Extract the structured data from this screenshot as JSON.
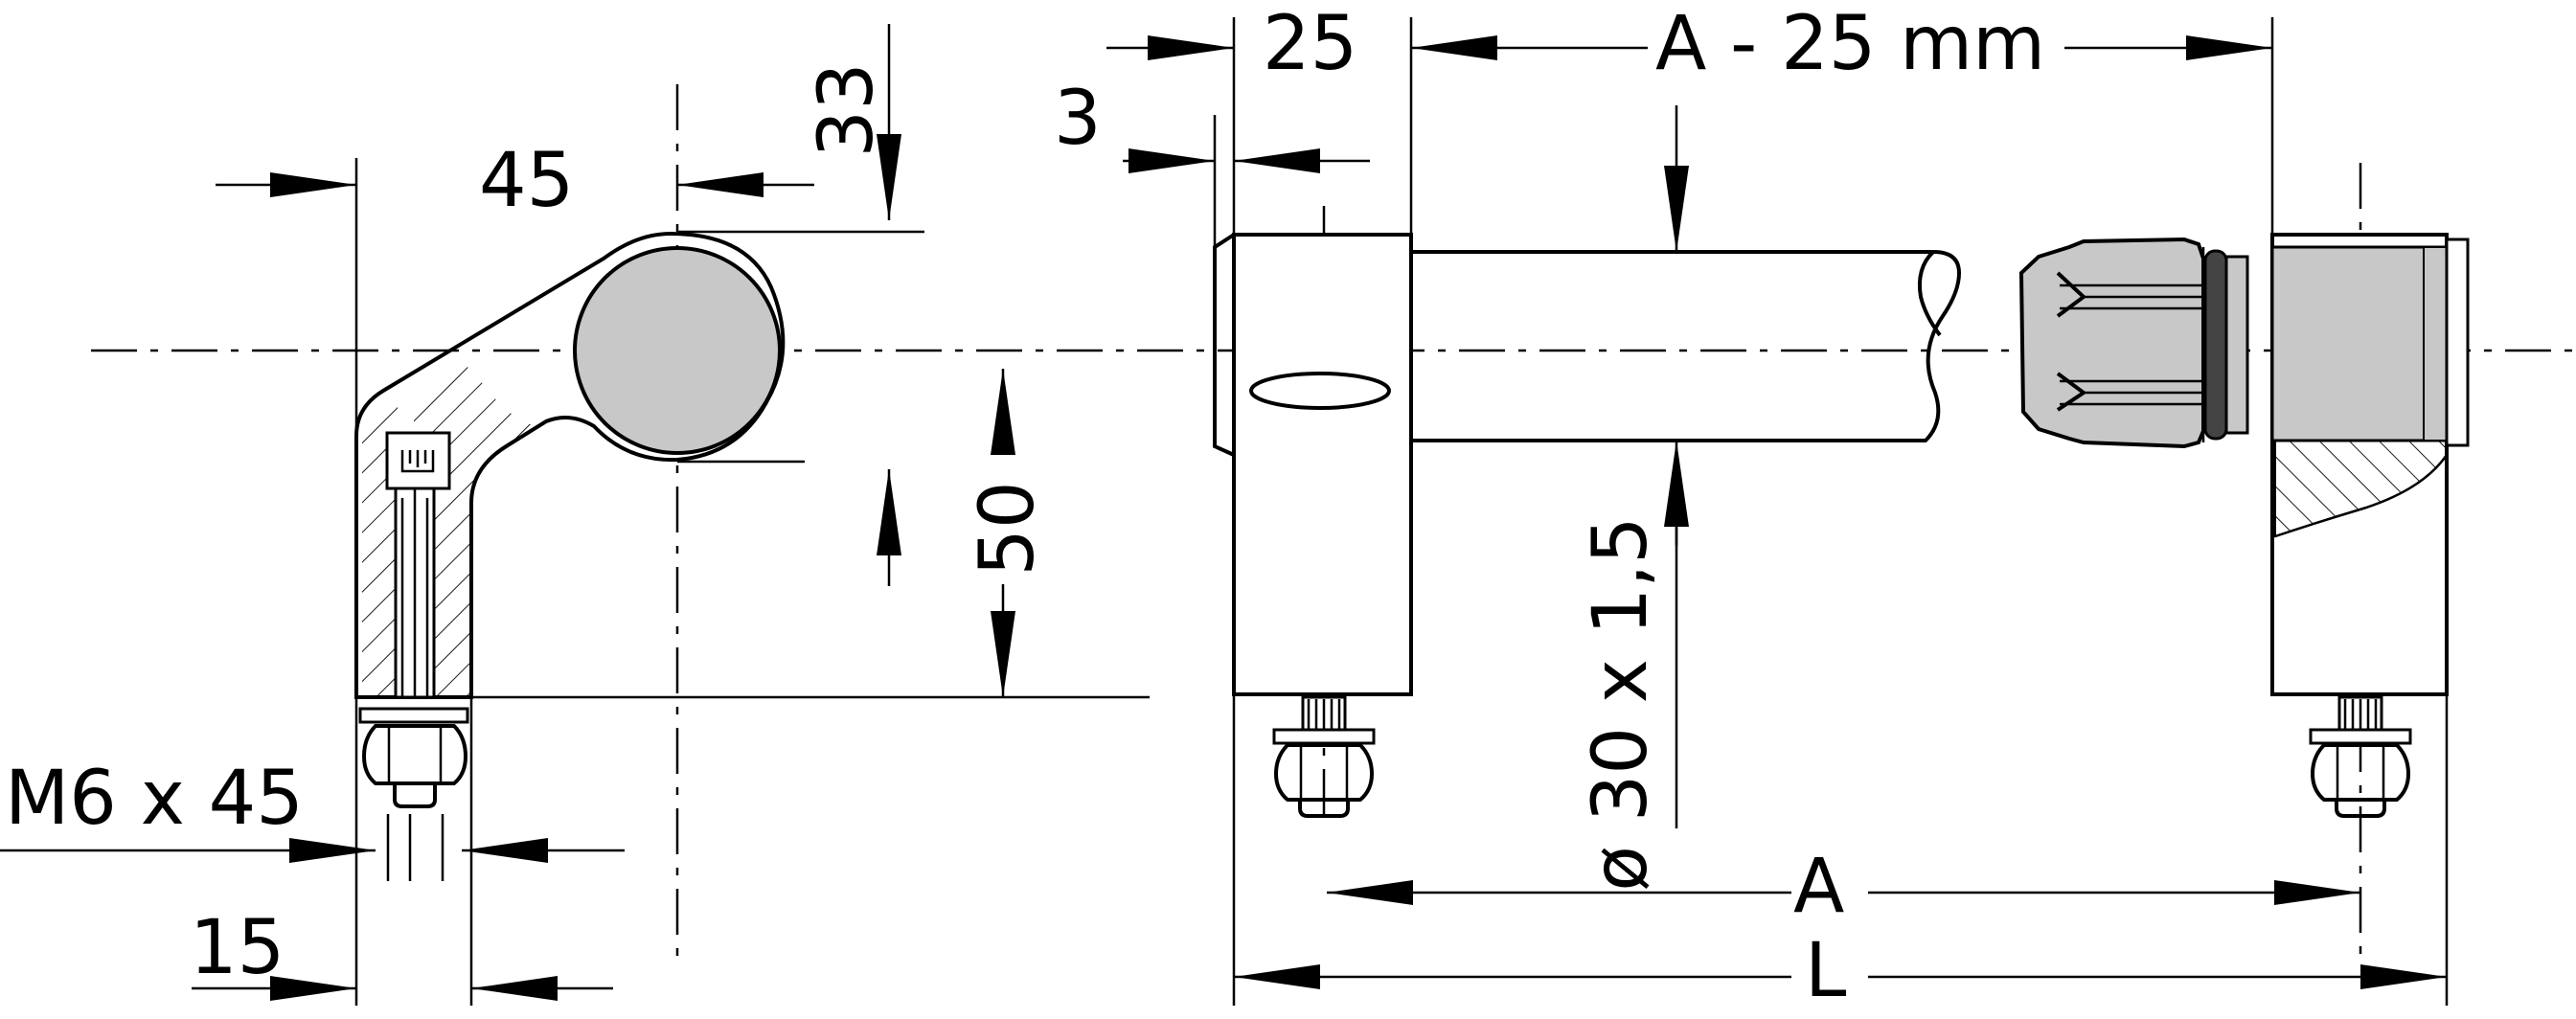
{
  "drawing": {
    "labels": {
      "dim_33": "33",
      "dim_45": "45",
      "dim_3": "3",
      "dim_25": "25",
      "dim_a_minus_25": "A - 25 mm",
      "dim_50": "50",
      "dim_tube": "ø 30 x 1,5",
      "dim_m6": "M6 x 45",
      "dim_15": "15",
      "dim_a": "A",
      "dim_l": "L"
    },
    "colors": {
      "line": "#000000",
      "fill": "#c8c8c8",
      "fill_dark": "#a9a9a9",
      "background": "#ffffff"
    }
  }
}
